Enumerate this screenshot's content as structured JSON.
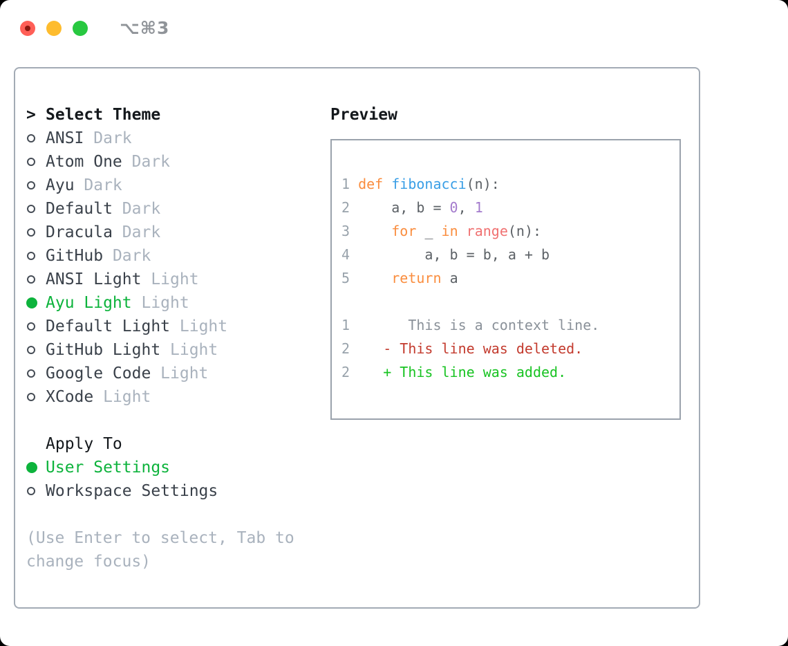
{
  "titlebar": {
    "shortcut": "⌥⌘3"
  },
  "colors": {
    "keyword": "#fa8d3e",
    "func": "#399ee6",
    "num": "#a37acc",
    "salmon": "#f07171",
    "plain": "#5c6166",
    "lineno": "#98a2ab",
    "context": "#8a9199",
    "deleted": "#c33b2e",
    "added": "#18c322",
    "selected_green": "#0db33c"
  },
  "panel": {
    "prompt": ">",
    "title": "Select Theme",
    "themes": [
      {
        "name": "ANSI",
        "variant": "Dark",
        "selected": false
      },
      {
        "name": "Atom One",
        "variant": "Dark",
        "selected": false
      },
      {
        "name": "Ayu",
        "variant": "Dark",
        "selected": false
      },
      {
        "name": "Default",
        "variant": "Dark",
        "selected": false
      },
      {
        "name": "Dracula",
        "variant": "Dark",
        "selected": false
      },
      {
        "name": "GitHub",
        "variant": "Dark",
        "selected": false
      },
      {
        "name": "ANSI Light",
        "variant": "Light",
        "selected": false
      },
      {
        "name": "Ayu Light",
        "variant": "Light",
        "selected": true
      },
      {
        "name": "Default Light",
        "variant": "Light",
        "selected": false
      },
      {
        "name": "GitHub Light",
        "variant": "Light",
        "selected": false
      },
      {
        "name": "Google Code",
        "variant": "Light",
        "selected": false
      },
      {
        "name": "XCode",
        "variant": "Light",
        "selected": false
      }
    ],
    "apply_to": {
      "label": "Apply To",
      "options": [
        {
          "label": "User Settings",
          "selected": true
        },
        {
          "label": "Workspace Settings",
          "selected": false
        }
      ]
    },
    "hint": "(Use Enter to select, Tab to change focus)"
  },
  "preview": {
    "title": "Preview",
    "code_lines": [
      [
        {
          "c": "lineno",
          "t": "1 "
        },
        {
          "c": "keyword",
          "t": "def "
        },
        {
          "c": "func",
          "t": "fibonacci"
        },
        {
          "c": "plain",
          "t": "(n):"
        }
      ],
      [
        {
          "c": "lineno",
          "t": "2 "
        },
        {
          "c": "plain",
          "t": "    a, b = "
        },
        {
          "c": "num",
          "t": "0"
        },
        {
          "c": "plain",
          "t": ", "
        },
        {
          "c": "num",
          "t": "1"
        }
      ],
      [
        {
          "c": "lineno",
          "t": "3 "
        },
        {
          "c": "plain",
          "t": "    "
        },
        {
          "c": "keyword",
          "t": "for "
        },
        {
          "c": "plain",
          "t": "_ "
        },
        {
          "c": "keyword",
          "t": "in "
        },
        {
          "c": "salmon",
          "t": "range"
        },
        {
          "c": "plain",
          "t": "(n):"
        }
      ],
      [
        {
          "c": "lineno",
          "t": "4 "
        },
        {
          "c": "plain",
          "t": "        a, b = b, a + b"
        }
      ],
      [
        {
          "c": "lineno",
          "t": "5 "
        },
        {
          "c": "plain",
          "t": "    "
        },
        {
          "c": "keyword",
          "t": "return "
        },
        {
          "c": "plain",
          "t": "a"
        }
      ],
      [],
      [
        {
          "c": "lineno",
          "t": "1"
        },
        {
          "c": "context",
          "t": "       This is a context line."
        }
      ],
      [
        {
          "c": "lineno",
          "t": "2"
        },
        {
          "c": "deleted",
          "t": "    - This line was deleted."
        }
      ],
      [
        {
          "c": "lineno",
          "t": "2"
        },
        {
          "c": "added",
          "t": "    + This line was added."
        }
      ]
    ]
  }
}
